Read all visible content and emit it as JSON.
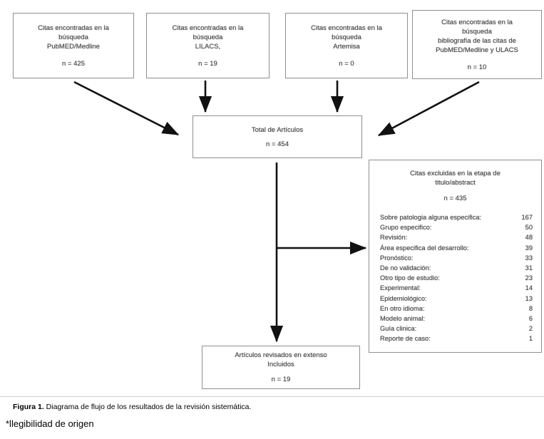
{
  "figure": {
    "sources": [
      {
        "id": "pubmed",
        "lines": [
          "Citas encontradas  en la",
          "búsqueda",
          "PubMED/Medline"
        ],
        "n": "n = 425"
      },
      {
        "id": "lilacs",
        "lines": [
          "Citas encontradas  en la",
          "búsqueda",
          "LILACS,"
        ],
        "n": "n = 19"
      },
      {
        "id": "artemisa",
        "lines": [
          "Citas encontradas  en la",
          "búsqueda",
          "Artemisa"
        ],
        "n": "n = 0"
      },
      {
        "id": "bibliografia",
        "lines": [
          "Citas encontradas  en la",
          "búsqueda",
          "bibliografía  de las citas de",
          "PubMED/Medline  y ULACS"
        ],
        "n": "n = 10"
      }
    ],
    "total": {
      "label": "Total de Artículos",
      "n": "n = 454"
    },
    "excluded": {
      "title_lines": [
        "Citas excluidas en la etapa de",
        "titulo/abstract"
      ],
      "n": "n = 435",
      "items": [
        {
          "reason": "Sobre patologia  alguna  especifica:",
          "count": "167"
        },
        {
          "reason": "Grupo  especifico:",
          "count": "50"
        },
        {
          "reason": "Revisión:",
          "count": "48"
        },
        {
          "reason": "Área especifica del desarrollo:",
          "count": "39"
        },
        {
          "reason": "Pronóstico:",
          "count": "33"
        },
        {
          "reason": "De no validación:",
          "count": "31"
        },
        {
          "reason": "Otro tipo de estudio:",
          "count": "23"
        },
        {
          "reason": "Experimental:",
          "count": "14"
        },
        {
          "reason": "Epidemiológico:",
          "count": "13"
        },
        {
          "reason": "En  otro idioma:",
          "count": "8"
        },
        {
          "reason": "Modelo animal:",
          "count": "6"
        },
        {
          "reason": "Guía  clinica:",
          "count": "2"
        },
        {
          "reason": "Reporte  de caso:",
          "count": "1"
        }
      ]
    },
    "included": {
      "lines": [
        "Artículos revisados en extenso",
        "Incluidos"
      ],
      "n": "n = 19"
    },
    "colors": {
      "box_border": "#8f8f8f",
      "text": "#4a4a4a",
      "arrow": "#111111",
      "rule": "#d3d3d3"
    }
  },
  "caption": {
    "label": "Figura 1.",
    "text": " Diagrama de flujo de los resultados de la revisión sistemática.",
    "footnote": "*llegibilidad de origen"
  }
}
